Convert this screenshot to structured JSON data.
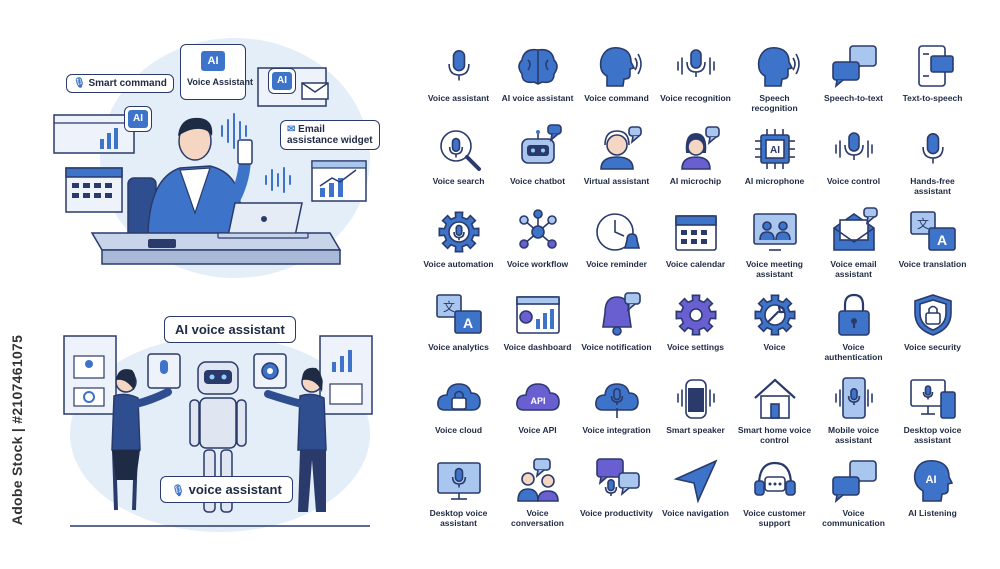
{
  "watermark": "Adobe Stock | #2107461075",
  "scene_top": {
    "tags": {
      "smart_command": "Smart command",
      "voice_assistant": "Voice Assistant",
      "email_widget": "Email assistance widget",
      "ai": "AI"
    }
  },
  "scene_bottom": {
    "banner": "AI voice assistant",
    "caption": "voice assistant"
  },
  "icons": [
    {
      "label": "Voice assistant",
      "icon": "microphone-icon"
    },
    {
      "label": "AI voice assistant",
      "icon": "brain-icon"
    },
    {
      "label": "Voice command",
      "icon": "speaking-head-icon"
    },
    {
      "label": "Voice recognition",
      "icon": "microphone-waves-icon"
    },
    {
      "label": "Speech recognition",
      "icon": "speaking-head-icon"
    },
    {
      "label": "Speech-to-text",
      "icon": "speech-bubbles-icon"
    },
    {
      "label": "Text-to-speech",
      "icon": "phone-speaker-icon"
    },
    {
      "label": "Voice search",
      "icon": "magnifier-mic-icon"
    },
    {
      "label": "Voice chatbot",
      "icon": "robot-icon"
    },
    {
      "label": "Virtual assistant",
      "icon": "headset-agent-icon"
    },
    {
      "label": "AI microchip",
      "icon": "agent-chat-icon"
    },
    {
      "label": "AI microphone",
      "icon": "ai-chip-icon"
    },
    {
      "label": "Voice control",
      "icon": "microphone-waves-icon"
    },
    {
      "label": "Hands-free assistant",
      "icon": "microphone-icon"
    },
    {
      "label": "Voice automation",
      "icon": "gear-mic-icon"
    },
    {
      "label": "Voice workflow",
      "icon": "network-nodes-icon"
    },
    {
      "label": "Voice reminder",
      "icon": "clock-bell-icon"
    },
    {
      "label": "Voice calendar",
      "icon": "calendar-icon"
    },
    {
      "label": "Voice meeting assistant",
      "icon": "video-meeting-icon"
    },
    {
      "label": "Voice email assistant",
      "icon": "envelope-icon"
    },
    {
      "label": "Voice translation",
      "icon": "translate-icon"
    },
    {
      "label": "Voice analytics",
      "icon": "translate-icon"
    },
    {
      "label": "Voice dashboard",
      "icon": "dashboard-icon"
    },
    {
      "label": "Voice notification",
      "icon": "bell-icon"
    },
    {
      "label": "Voice settings",
      "icon": "gear-icon"
    },
    {
      "label": "Voice",
      "icon": "wrench-gear-icon"
    },
    {
      "label": "Voice authentication",
      "icon": "padlock-icon"
    },
    {
      "label": "Voice security",
      "icon": "shield-lock-icon"
    },
    {
      "label": "Voice cloud",
      "icon": "cloud-lock-icon"
    },
    {
      "label": "Voice API",
      "icon": "cloud-api-icon"
    },
    {
      "label": "Voice integration",
      "icon": "cloud-mic-icon"
    },
    {
      "label": "Smart speaker",
      "icon": "smart-speaker-icon"
    },
    {
      "label": "Smart home voice control",
      "icon": "house-icon"
    },
    {
      "label": "Mobile voice assistant",
      "icon": "phone-mic-icon"
    },
    {
      "label": "Desktop voice assistant",
      "icon": "monitor-phone-icon"
    },
    {
      "label": "Desktop voice assistant",
      "icon": "monitor-mic-icon"
    },
    {
      "label": "Voice conversation",
      "icon": "people-chat-icon"
    },
    {
      "label": "Voice productivity",
      "icon": "mic-chat-icon"
    },
    {
      "label": "Voice navigation",
      "icon": "navigation-arrow-icon"
    },
    {
      "label": "Voice customer support",
      "icon": "headset-icon"
    },
    {
      "label": "Voice communication",
      "icon": "speech-bubbles-icon"
    },
    {
      "label": "AI Listening",
      "icon": "ai-head-icon"
    }
  ],
  "colors": {
    "outline": "#2a3a6b",
    "primary": "#3d74c9",
    "secondary": "#6a5fd1",
    "light": "#a9c6ef",
    "background": "#e3eef9"
  }
}
